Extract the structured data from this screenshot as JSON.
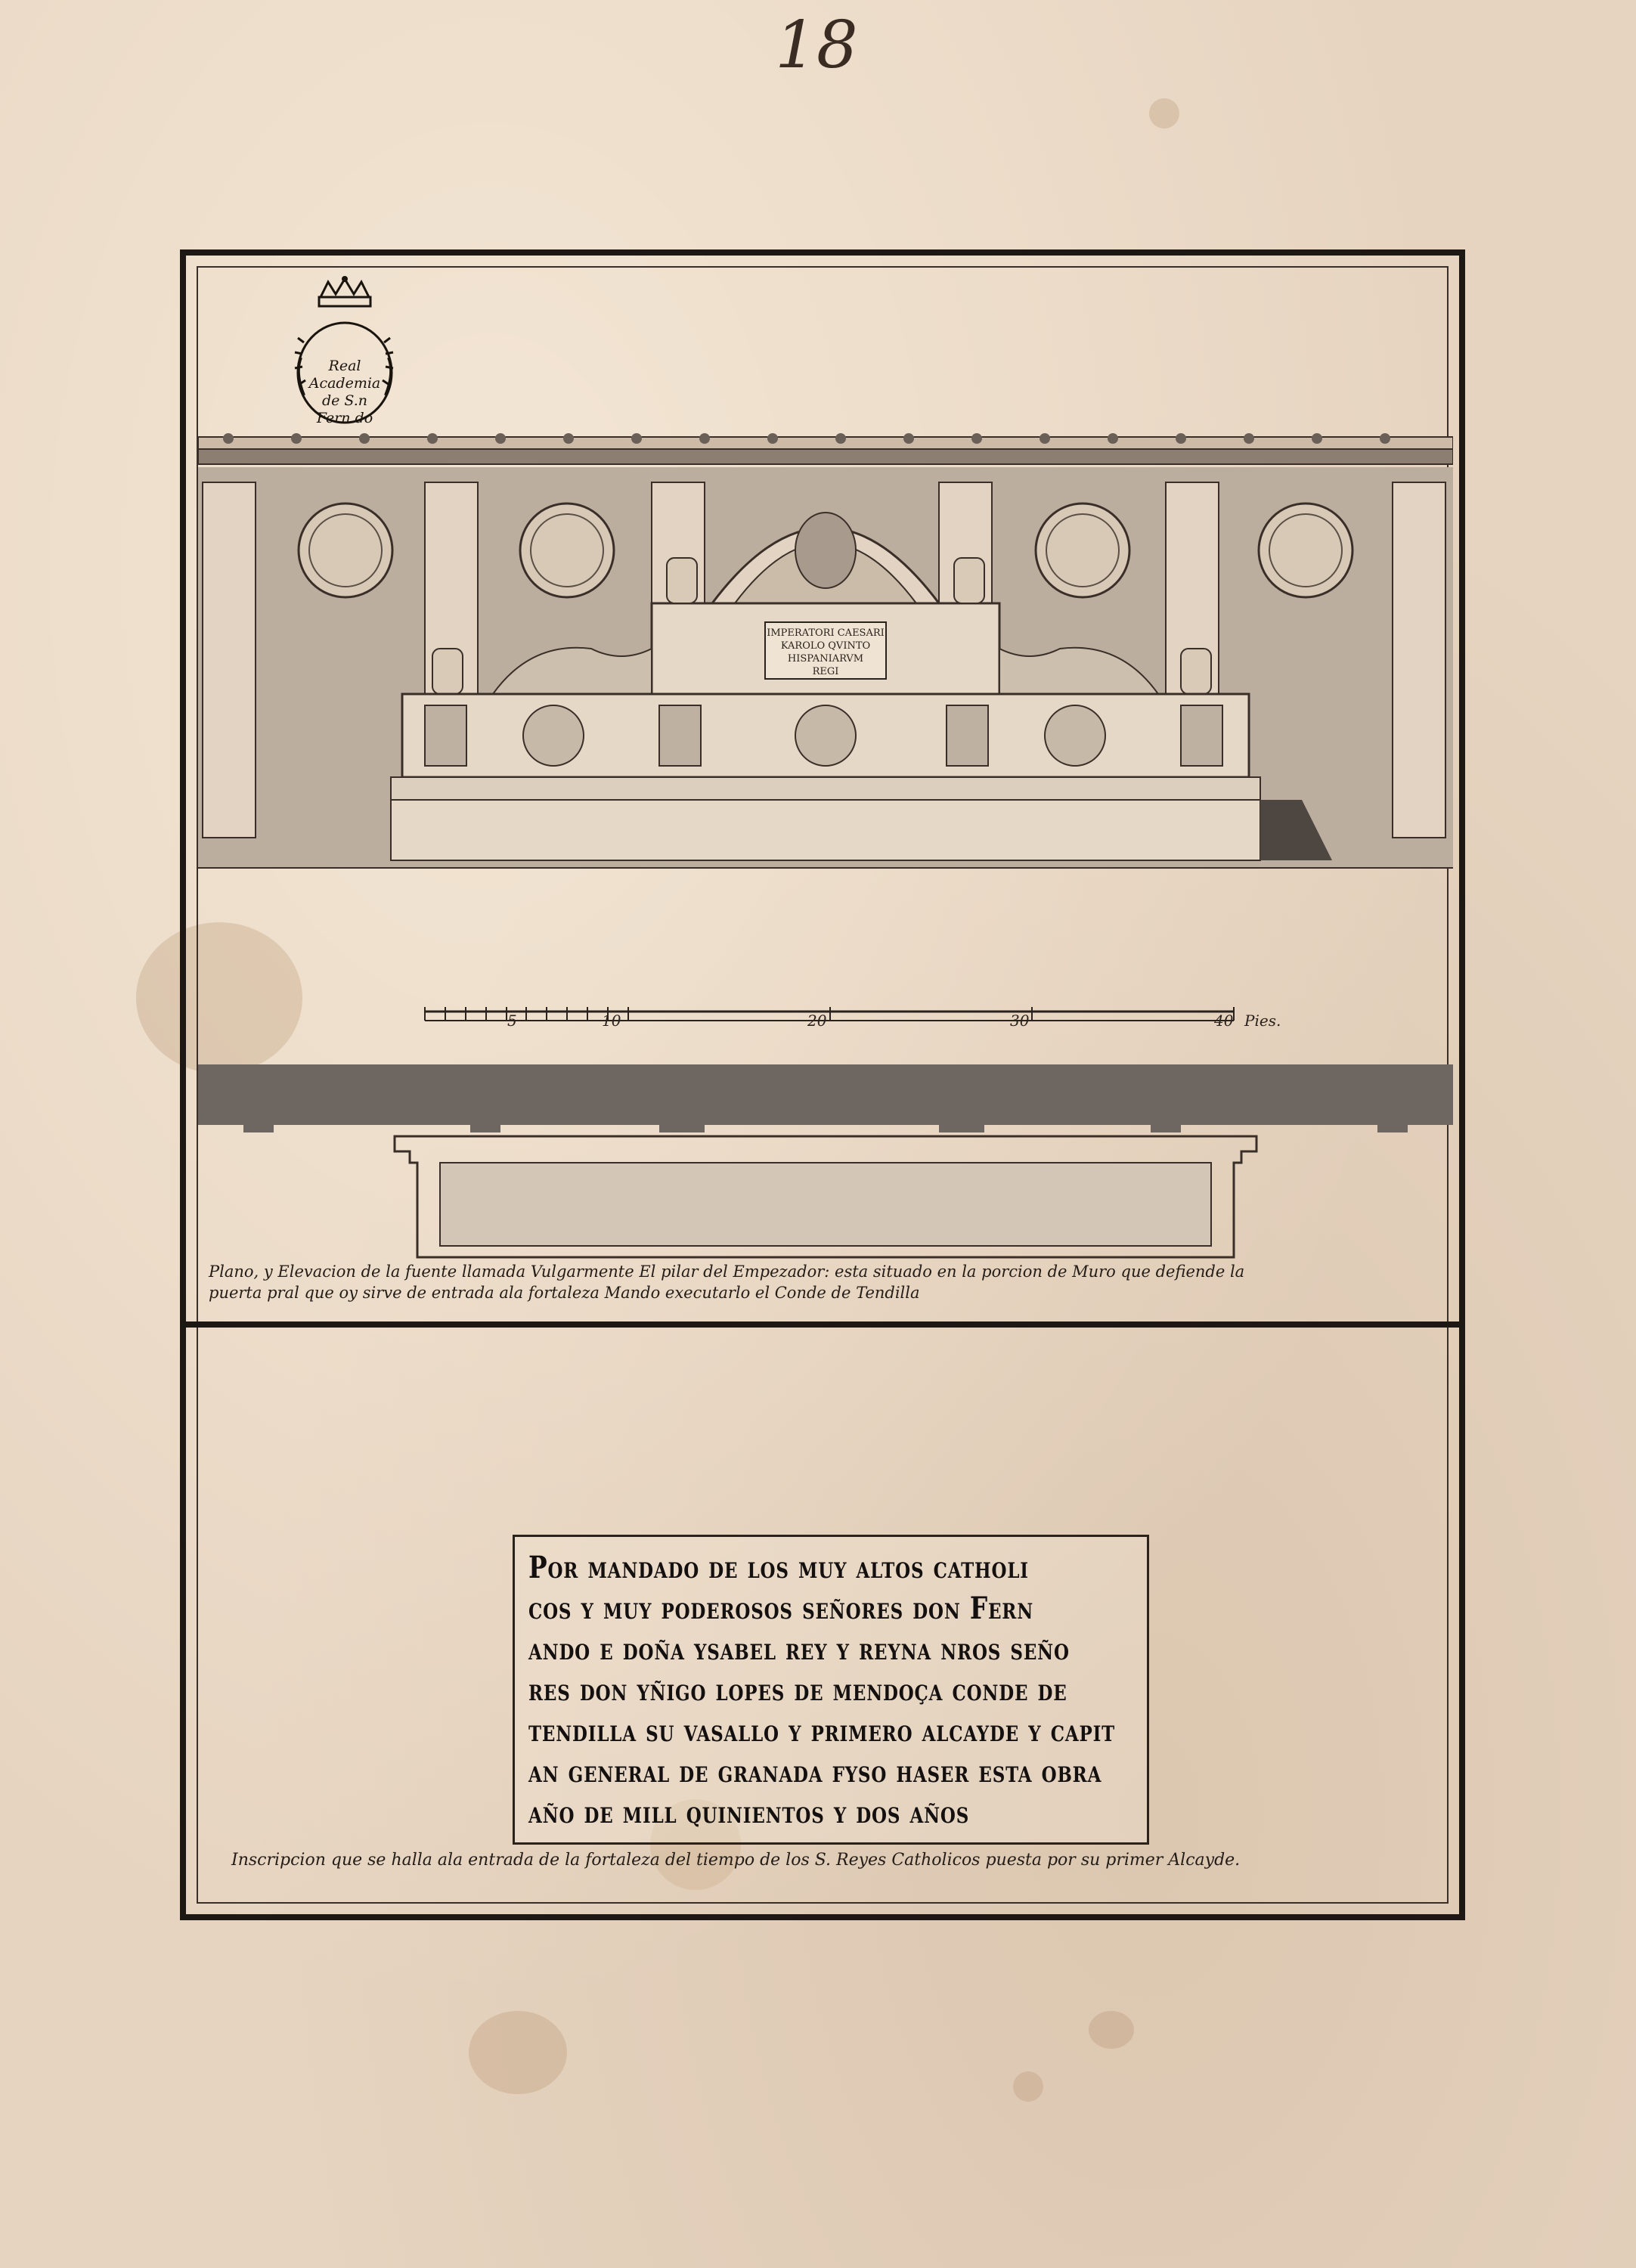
{
  "page_number": "18",
  "seal": {
    "lines": [
      "Real",
      "Academia",
      "de S.n",
      "Fern.do"
    ]
  },
  "scale": {
    "ticks": [
      "5",
      "10",
      "20",
      "30",
      "40"
    ],
    "unit": "Pies."
  },
  "plaque": {
    "lines": [
      "IMPERATORI CAESARI",
      "KAROLO QVINTO",
      "HISPANIARVM",
      "REGI"
    ]
  },
  "caption": {
    "line1": "Plano, y Elevacion de la fuente llamada Vulgarmente El pilar del Empezador: esta situado en la porcion de Muro que defiende la",
    "line2": "puerta pral que oy sirve de entrada ala fortaleza Mando executarlo el Conde de Tendilla"
  },
  "inscription": {
    "lines": [
      "Por mandado de los muy altos catholi",
      "cos y muy poderosos señores don Fern",
      "ando e doña ysabel rey y reyna nros seño",
      "res don yñigo lopes de mendoça conde de",
      "tendilla su vasallo y primero alcayde y capit",
      "an general de granada fyso haser esta obra",
      "año de mill quinientos y dos años"
    ]
  },
  "inscription_caption": "Inscripcion que se halla ala entrada de la fortaleza del tiempo de los S. Reyes Catholicos puesta por su primer Alcayde."
}
